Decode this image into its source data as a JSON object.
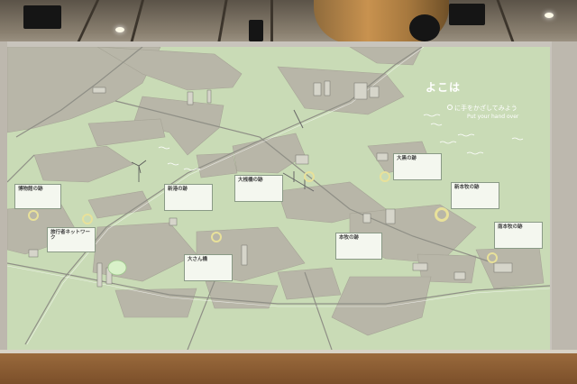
{
  "hud": {
    "title": "よこは",
    "instruction_jp": "に手をかざしてみよう",
    "instruction_en": "Put your hand over"
  },
  "labels": [
    {
      "id": "a",
      "title": "博物館の跡"
    },
    {
      "id": "b",
      "title": "旅行者ネットワーク"
    },
    {
      "id": "c",
      "title": "新港の跡"
    },
    {
      "id": "d",
      "title": "大桟橋の跡"
    },
    {
      "id": "e",
      "title": "大さん橋"
    },
    {
      "id": "f",
      "title": "大黒の跡"
    },
    {
      "id": "g",
      "title": "本牧の跡"
    },
    {
      "id": "h",
      "title": "新本牧の跡"
    },
    {
      "id": "i",
      "title": "南本牧の跡"
    }
  ],
  "colors": {
    "map_background": "#c9dbb6",
    "land": "#b8b6a8",
    "roads": "#8f8f86",
    "hotspot_ring": "#e8e19a"
  }
}
